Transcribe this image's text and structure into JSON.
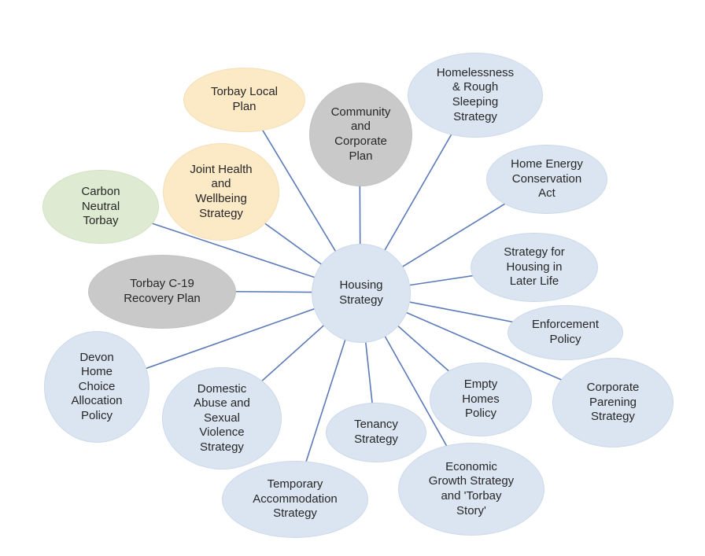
{
  "diagram": {
    "type": "hub-and-spoke",
    "all_nodes_link_to_center": true,
    "center": {
      "id": "housing-strategy",
      "label": "Housing\nStrategy",
      "fill": "#dbe5f1"
    },
    "nodes": [
      {
        "id": "torbay-local-plan",
        "label": "Torbay Local\nPlan",
        "fill": "#fce9c6"
      },
      {
        "id": "community-corporate-plan",
        "label": "Community\nand\nCorporate\nPlan",
        "fill": "#c9c9c9"
      },
      {
        "id": "homelessness-rough-sleeping",
        "label": "Homelessness\n& Rough\nSleeping\nStrategy",
        "fill": "#dbe5f1"
      },
      {
        "id": "home-energy-conservation-act",
        "label": "Home Energy\nConservation\nAct",
        "fill": "#dbe5f1"
      },
      {
        "id": "strategy-housing-later-life",
        "label": "Strategy for\nHousing in\nLater Life",
        "fill": "#dbe5f1"
      },
      {
        "id": "enforcement-policy",
        "label": "Enforcement\nPolicy",
        "fill": "#dbe5f1"
      },
      {
        "id": "corporate-parening-strategy",
        "label": "Corporate\nParening\nStrategy",
        "fill": "#dbe5f1"
      },
      {
        "id": "empty-homes-policy",
        "label": "Empty\nHomes\nPolicy",
        "fill": "#dbe5f1"
      },
      {
        "id": "economic-growth-torbay-story",
        "label": "Economic\nGrowth Strategy\nand 'Torbay\nStory'",
        "fill": "#dbe5f1"
      },
      {
        "id": "tenancy-strategy",
        "label": "Tenancy\nStrategy",
        "fill": "#dbe5f1"
      },
      {
        "id": "temporary-accommodation",
        "label": "Temporary\nAccommodation\nStrategy",
        "fill": "#dbe5f1"
      },
      {
        "id": "domestic-abuse-sexual-violence",
        "label": "Domestic\nAbuse and\nSexual\nViolence\nStrategy",
        "fill": "#dbe5f1"
      },
      {
        "id": "devon-home-choice-allocation",
        "label": "Devon\nHome\nChoice\nAllocation\nPolicy",
        "fill": "#dbe5f1"
      },
      {
        "id": "torbay-c19-recovery-plan",
        "label": "Torbay C-19\nRecovery Plan",
        "fill": "#c9c9c9"
      },
      {
        "id": "carbon-neutral-torbay",
        "label": "Carbon\nNeutral\nTorbay",
        "fill": "#deebd2"
      },
      {
        "id": "joint-health-wellbeing",
        "label": "Joint Health\nand\nWellbeing\nStrategy",
        "fill": "#fce9c6"
      }
    ]
  },
  "colors": {
    "background": "#ffffff",
    "blue_fill": "#dbe5f1",
    "yellow_fill": "#fce9c6",
    "gray_fill": "#c9c9c9",
    "green_fill": "#deebd2",
    "connector_line": "#5b7ab8",
    "text": "#262626"
  }
}
